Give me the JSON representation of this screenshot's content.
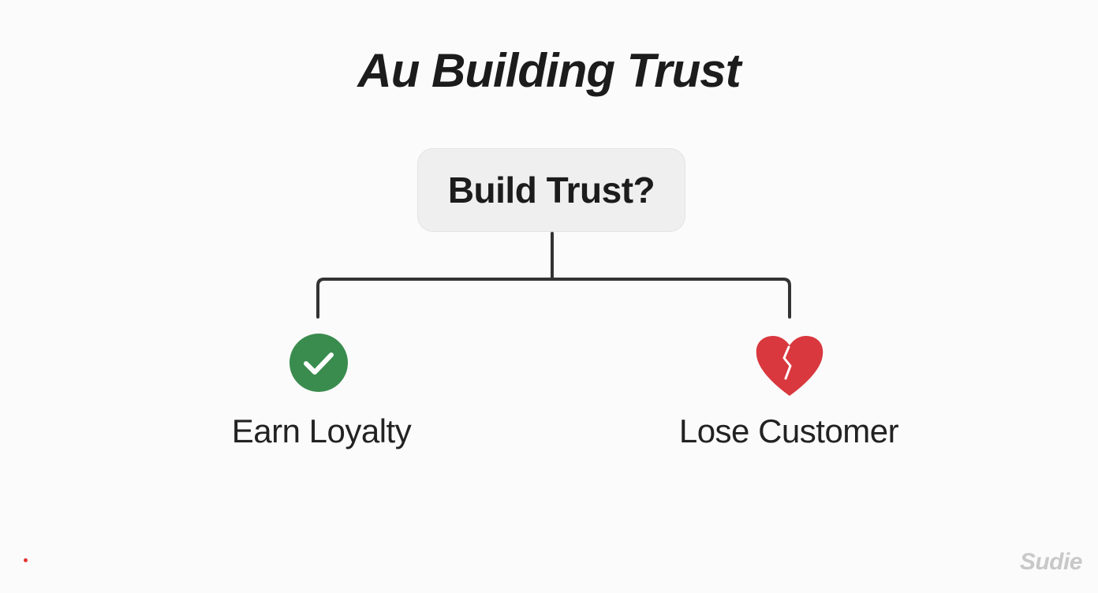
{
  "title": "Au Building Trust",
  "decision": {
    "label": "Build Trust?"
  },
  "outcomes": [
    {
      "label": "Earn Loyalty",
      "icon": "check-circle-icon",
      "color": "#3a8c4e"
    },
    {
      "label": "Lose Customer",
      "icon": "broken-heart-icon",
      "color": "#d9383e"
    }
  ],
  "watermark": "Sudie",
  "colors": {
    "background": "#fbfbfb",
    "box": "#efefef",
    "connector": "#333333",
    "success": "#3a8c4e",
    "failure": "#d9383e"
  }
}
